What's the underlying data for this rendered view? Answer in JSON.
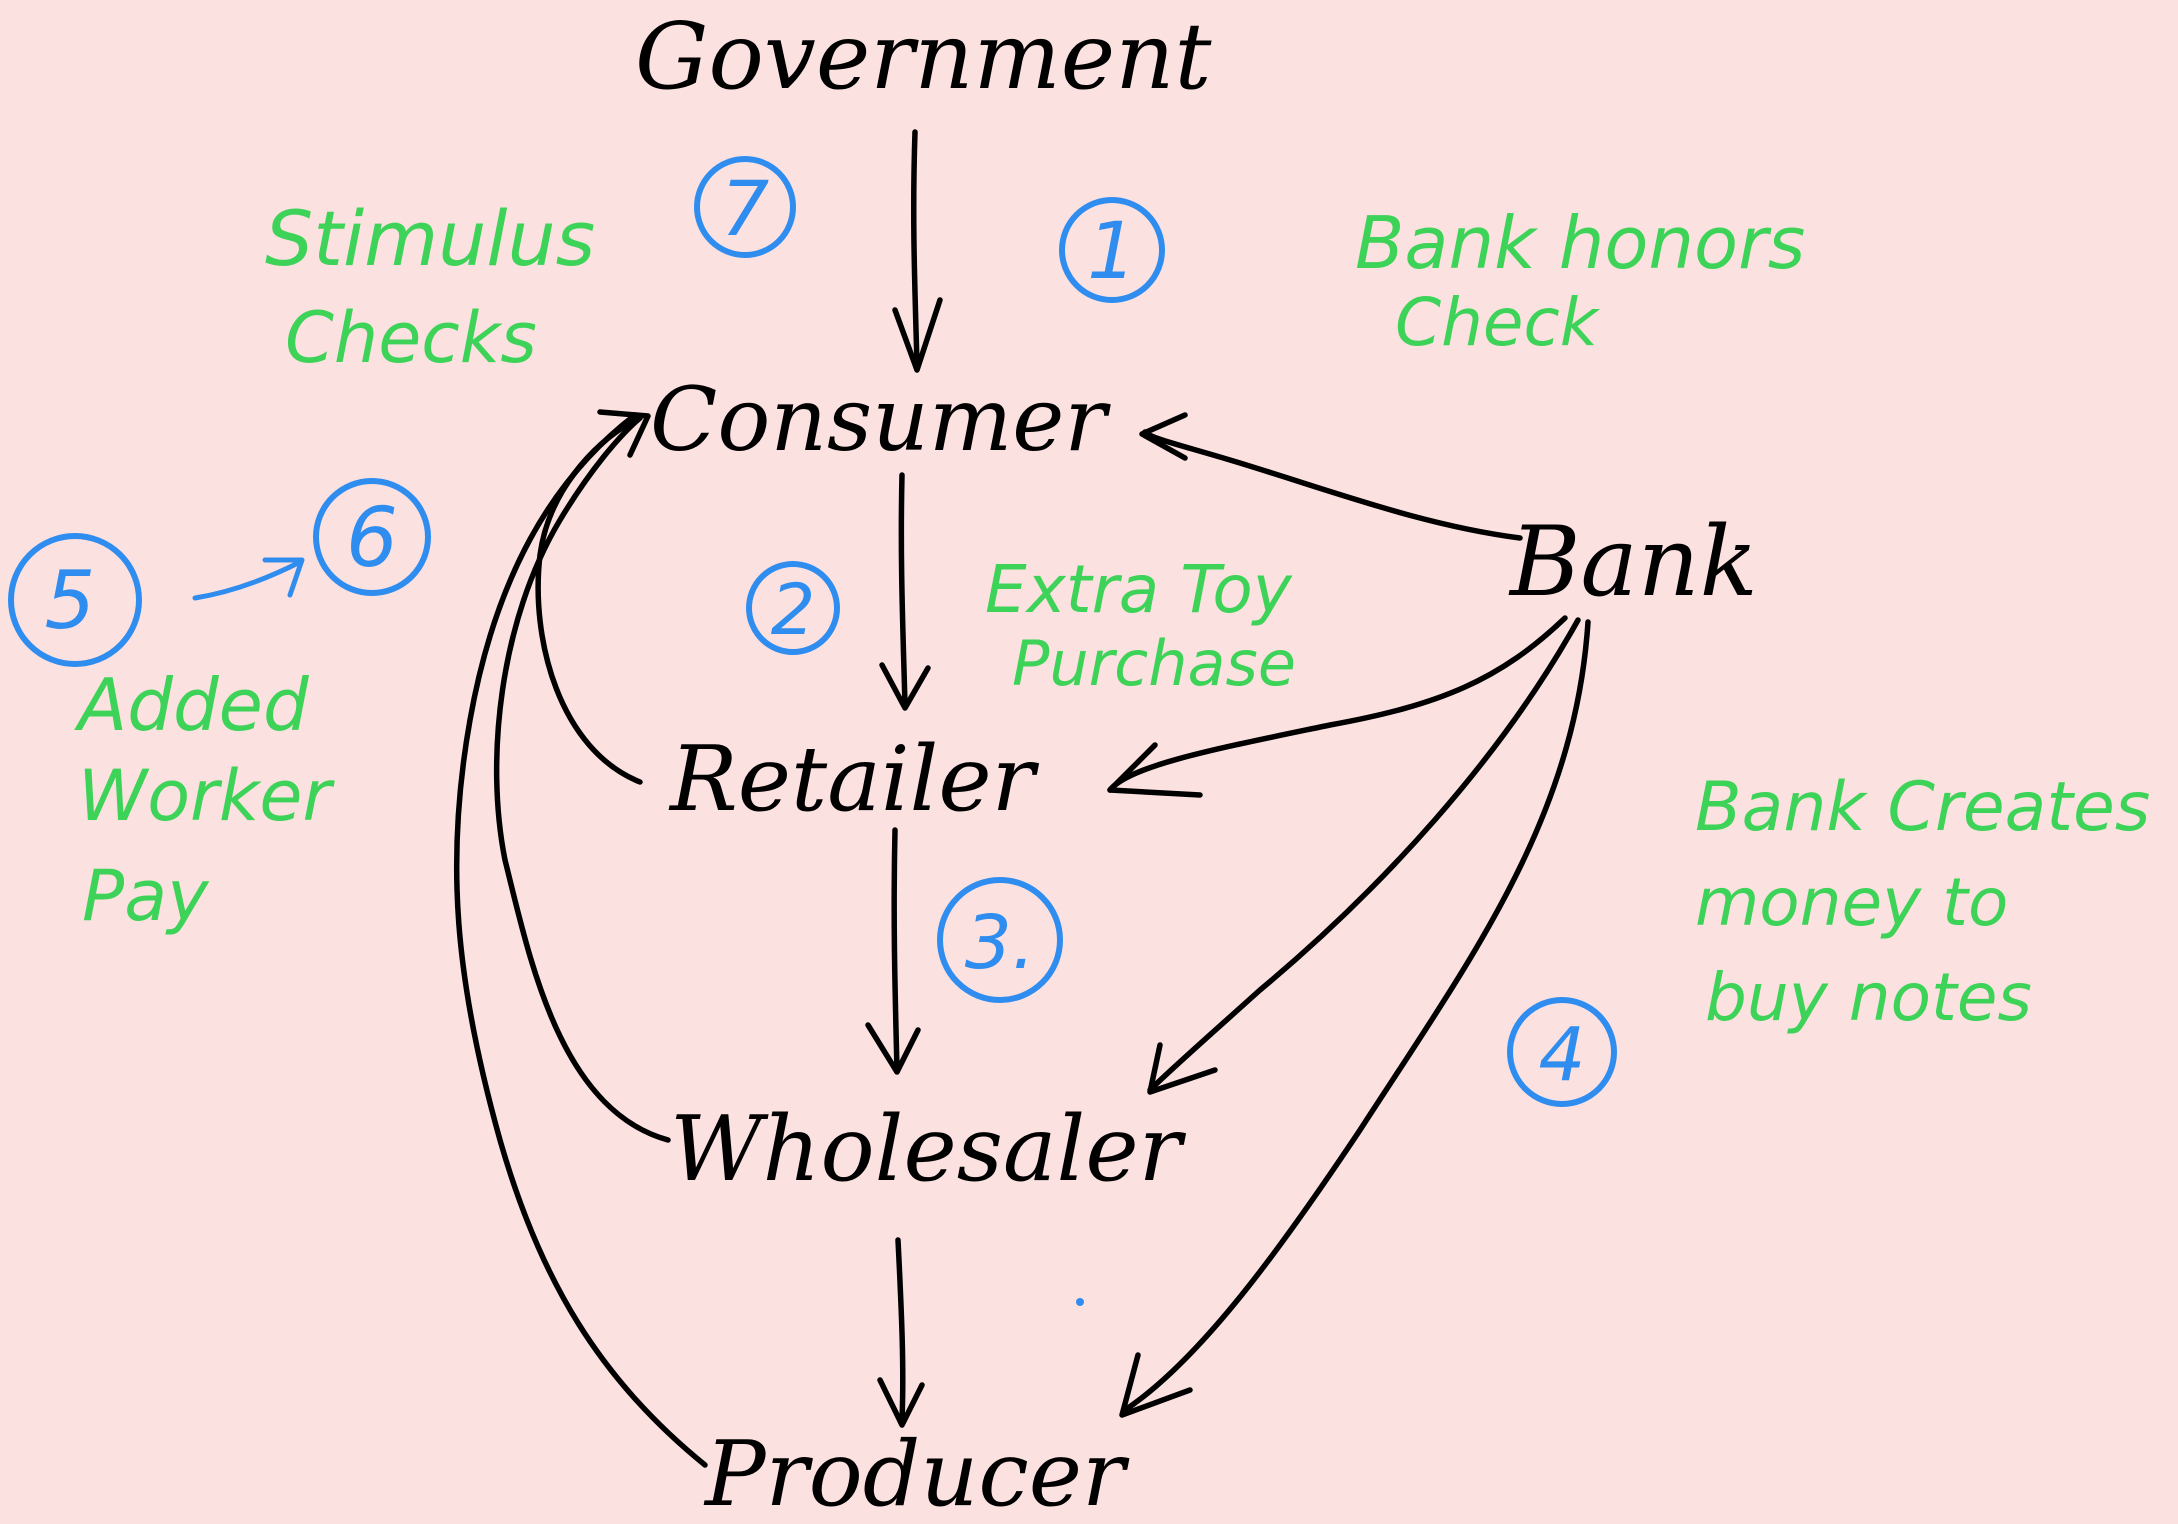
{
  "nodes": {
    "government": "Government",
    "consumer": "Consumer",
    "retailer": "Retailer",
    "wholesaler": "Wholesaler",
    "producer": "Producer",
    "bank": "Bank"
  },
  "notes": {
    "stimulus_line1": "Stimulus",
    "stimulus_line2": "Checks",
    "bank_honors_line1": "Bank honors",
    "bank_honors_line2": "Check",
    "extra_toy_line1": "Extra Toy",
    "extra_toy_line2": "Purchase",
    "added_pay_line1": "Added",
    "added_pay_line2": "Worker",
    "added_pay_line3": "Pay",
    "bank_creates_line1": "Bank Creates",
    "bank_creates_line2": "money to",
    "bank_creates_line3": "buy notes"
  },
  "steps": [
    "1",
    "2",
    "3.",
    "4",
    "5",
    "6",
    "7"
  ],
  "colors": {
    "background": "#fce1e1",
    "ink": "#000000",
    "note_green": "#3dd358",
    "step_blue": "#2f8df0"
  }
}
